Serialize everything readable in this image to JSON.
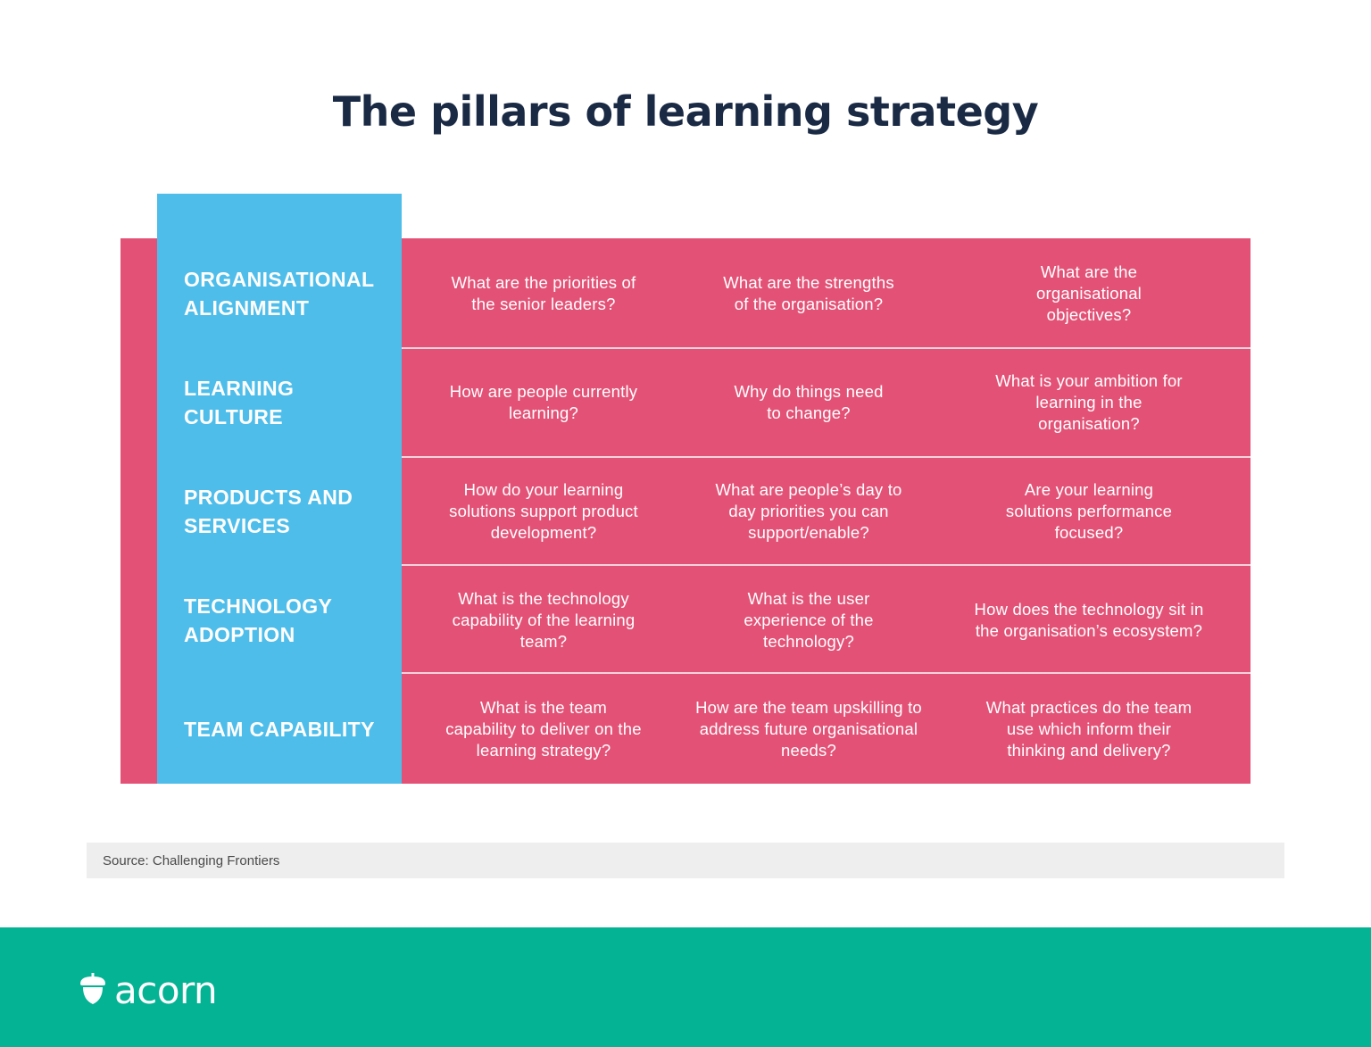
{
  "title": "The pillars of learning strategy",
  "pillars": [
    {
      "label": "ORGANISATIONAL ALIGNMENT",
      "questions": [
        "What are the priorities of the senior leaders?",
        "What are the strengths of the organisation?",
        "What are the organisational objectives?"
      ]
    },
    {
      "label": "LEARNING CULTURE",
      "questions": [
        "How are people currently learning?",
        "Why do things need to change?",
        "What is your ambition for learning in the organisation?"
      ]
    },
    {
      "label": "PRODUCTS AND SERVICES",
      "questions": [
        "How do your learning solutions support product development?",
        "What are people’s day to day priorities you can support/enable?",
        "Are your learning solutions performance focused?"
      ]
    },
    {
      "label": "TECHNOLOGY ADOPTION",
      "questions": [
        "What is the technology capability of the learning team?",
        "What is the user experience of the technology?",
        "How does the technology sit in the organisation’s ecosystem?"
      ]
    },
    {
      "label": "TEAM CAPABILITY",
      "questions": [
        "What is the team capability to deliver on the learning strategy?",
        "How are the team upskilling to address future organisational needs?",
        "What practices do the team use which inform their thinking and delivery?"
      ]
    }
  ],
  "source": "Source: Challenging Frontiers",
  "brand": {
    "name": "acorn",
    "icon": "acorn-icon"
  },
  "colors": {
    "title": "#1a2a44",
    "pillar_column": "#4fbdea",
    "question_area": "#e35276",
    "footer": "#03b394",
    "source_bar": "#eeeeee"
  }
}
